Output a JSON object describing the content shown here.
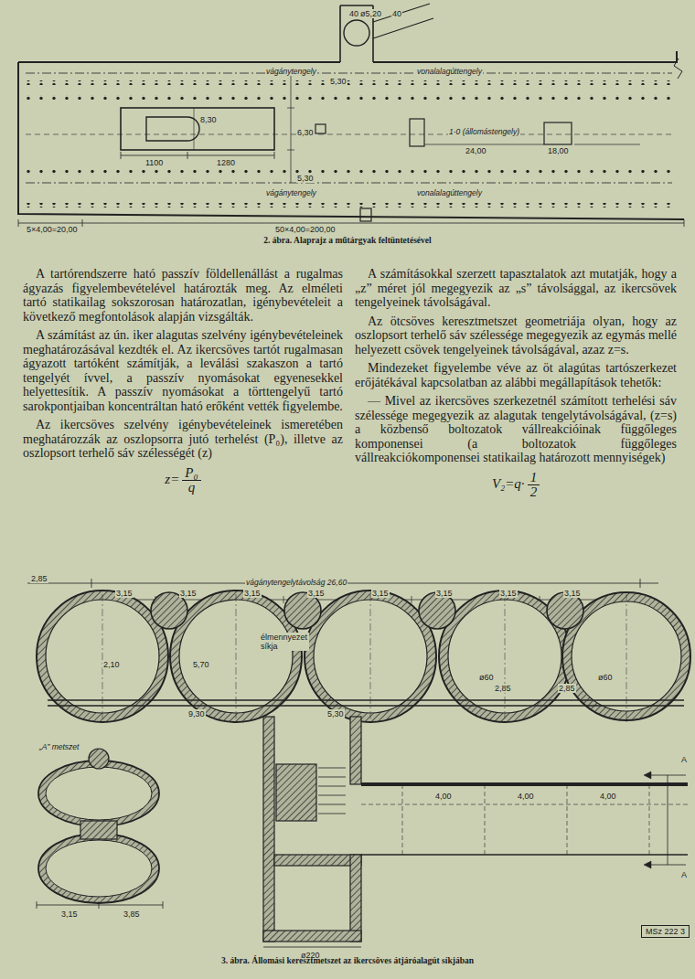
{
  "diagram": {
    "caption": "3. ábra. Állomási keresztmetszet az ikercsöves átjáróalagút síkjában",
    "nodes": [
      {
        "text": [
          "MSz 222 3"
        ]
      }
    ],
    "labels": [
      "40",
      "ø5,20",
      "40",
      "5,30",
      "vágánytengely",
      "vonalalagúttengely",
      "1100",
      "1280",
      "8,30",
      "6,30",
      "5,30",
      "1-0 (állomástengely)",
      "24,00",
      "18,00",
      "vágánytengely",
      "vonalalagúttengely",
      "5×4,00=20,00",
      "50×4,00=200,00",
      "2. ábra. Alaprajz a műtárgyak feltüntetésével",
      "A tartórendszerre ható passzív földellenállást a rugalmas ágyazás figyelembevételével határozták meg. Az elméleti tartó statikailag sokszorosan határozatlan, igénybevételeit a következő megfontolások alapján vizsgálták.",
      "A számítást az ún. iker alagutas szelvény igénybevételeinek meghatározásával kezdték el. Az ikercsöves tartót rugalmasan ágyazott tartóként számítják, a leválási szakaszon a tartó tengelyét ívvel, a passzív nyomásokat egyenesekkel helyettesítik. A passzív nyomásokat a törttengelyű tartó sarokpontjaiban koncentráltan ható erőként vették figyelembe.",
      "Az ikercsöves szelvény igénybevételeinek ismeretében meghatározzák az oszlopsorra jutó terhelést (P₀), illetve az oszlopsort terhelő sáv szélességét (z)",
      "z=",
      "P₀",
      "q",
      "A számításokkal szerzett tapasztalatok azt mutatják, hogy a „z” méret jól megegyezik az „s” távolsággal, az ikercsövek tengelyeinek távolságával.",
      "Az ötcsöves keresztmetszet geometriája olyan, hogy az oszlopsort terhelő sáv szélessége megegyezik az egymás mellé helyezett csövek tengelyeinek távolságával, azaz z=s.",
      "Mindezeket figyelembe véve az öt alagútas tartószerkezet erőjátékával kapcsolatban az alábbi megállapítások tehetők:",
      "— Mivel az ikercsöves szerkezetnél számított terhelési sáv szélessége megegyezik az alagutak tengelytávolságával, (z=s) a közbenső boltozatok vállreakcióinak függőleges komponensei (a boltozatok függőleges vállreakciókomponensei statikailag határozott mennyiségek)",
      "V₂=q·",
      "1",
      "2",
      "2,85",
      "vágánytengelytávolság 26,60",
      "3,15",
      "3,15",
      "3,15",
      "3,15",
      "3,15",
      "3,15",
      "3,15",
      "3,15",
      "élmennyezet síkja",
      "2,10",
      "5,70",
      "2,85",
      "2,85",
      "9,30",
      "5,30",
      "ø60",
      "ø60",
      "„A” metszet",
      "A",
      "A",
      "4,00",
      "4,00",
      "4,00",
      "3,15",
      "3,85",
      "ø220"
    ]
  }
}
